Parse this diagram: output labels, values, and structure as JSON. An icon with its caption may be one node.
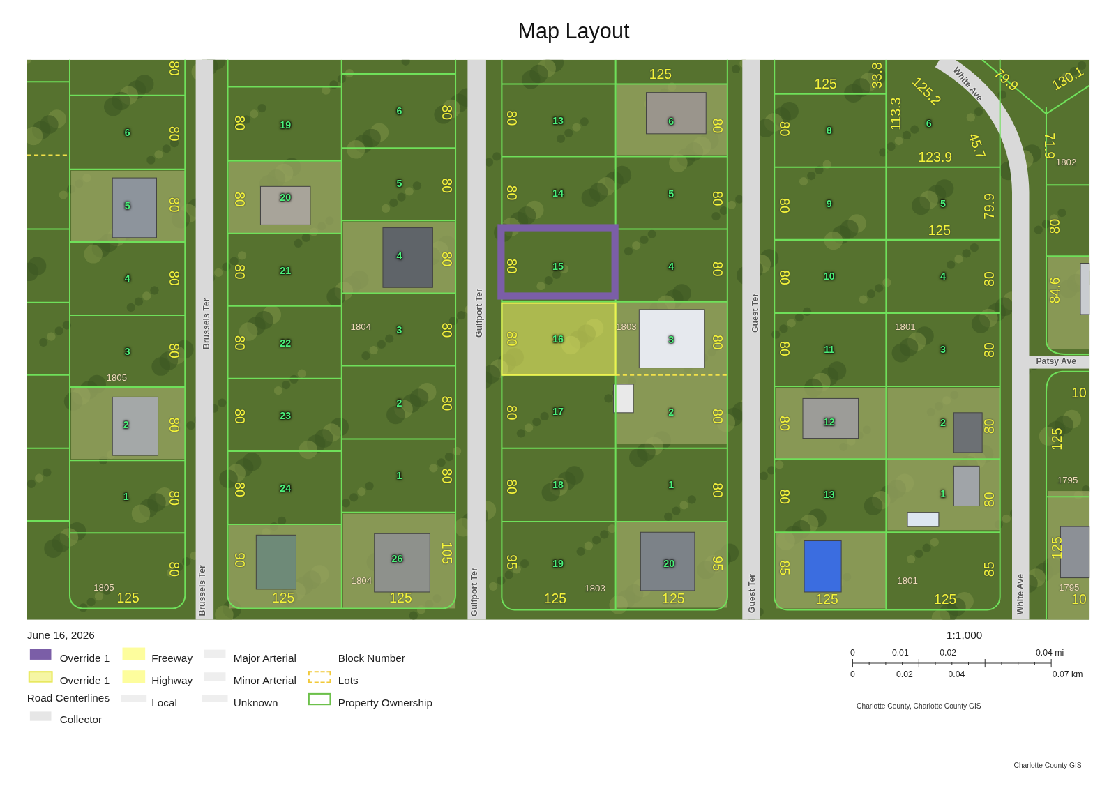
{
  "diagram": {
    "title": "Map Layout",
    "labels": [
      "80",
      "6",
      "80",
      "5",
      "80",
      "4",
      "80",
      "3",
      "80",
      "1805",
      "2",
      "80",
      "1",
      "80",
      "80",
      "1805",
      "125",
      "Brussels Ter",
      "Brussels Ter",
      "80",
      "19",
      "80",
      "20",
      "80",
      "21",
      "80",
      "22",
      "80",
      "23",
      "80",
      "24",
      "90",
      "125",
      "6",
      "80",
      "5",
      "80",
      "4",
      "80",
      "1804",
      "3",
      "80",
      "2",
      "80",
      "1",
      "80",
      "26",
      "105",
      "1804",
      "125",
      "Gulfport Ter",
      "Gulfport Ter",
      "80",
      "13",
      "80",
      "14",
      "80",
      "15",
      "80",
      "16",
      "80",
      "17",
      "80",
      "18",
      "95",
      "19",
      "125",
      "1803",
      "125",
      "6",
      "80",
      "5",
      "80",
      "4",
      "80",
      "1803",
      "3",
      "80",
      "2",
      "80",
      "1",
      "80",
      "20",
      "95",
      "125",
      "Guest Ter",
      "Guest Ter",
      "125",
      "33.8",
      "80",
      "8",
      "80",
      "9",
      "80",
      "10",
      "80",
      "11",
      "80",
      "12",
      "80",
      "13",
      "85",
      "125",
      "113.3",
      "125.2",
      "6",
      "45.7",
      "123.9",
      "5",
      "79.9",
      "125",
      "4",
      "80",
      "1801",
      "3",
      "80",
      "2",
      "80",
      "1",
      "80",
      "85",
      "1801",
      "125",
      "White Ave",
      "White Ave",
      "79.9",
      "130.1",
      "71.9",
      "1802",
      "80",
      "84.6",
      "Patsy Ave",
      "10",
      "125",
      "1795",
      "125",
      "1795",
      "10",
      "June 16, 2026",
      "Road Centerlines",
      "Block Number",
      "1:1,000",
      "0",
      "0.01",
      "0.02",
      "0.04 mi",
      "0",
      "0.02",
      "0.04",
      "0.07 km",
      "Charlotte County, Charlotte County GIS",
      "Charlotte County GIS"
    ],
    "legend": [
      {
        "text": "Override 1",
        "color": "#7b5ea7"
      },
      {
        "text": "Override 1",
        "color": "#f6f6a4"
      },
      {
        "text": "Collector",
        "color": "#e6e6e6"
      },
      {
        "text": "Freeway",
        "color": "#fdfd9d"
      },
      {
        "text": "Highway",
        "color": "#fdfd9d"
      },
      {
        "text": "Local",
        "color": "#eeeeee"
      },
      {
        "text": "Major Arterial",
        "color": "#eeeeee"
      },
      {
        "text": "Minor Arterial",
        "color": "#eeeeee"
      },
      {
        "text": "Unknown",
        "color": "#eeeeee"
      },
      {
        "text": "Lots"
      },
      {
        "text": "Property Ownership"
      }
    ]
  }
}
